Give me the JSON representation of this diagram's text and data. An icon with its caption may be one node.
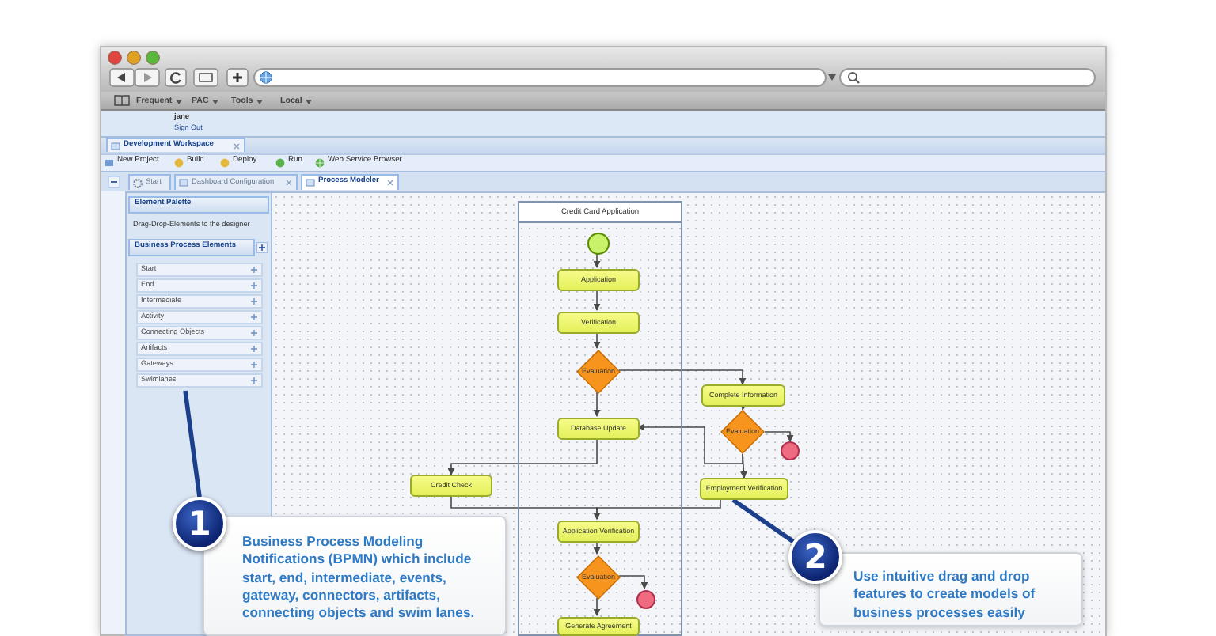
{
  "diagram": {
    "nodes": [
      {
        "text": [
          "Credit Card Application"
        ]
      },
      {
        "text": [],
        "shape": "circle",
        "in": 0
      },
      {
        "text": [
          "Application"
        ],
        "in": 0
      },
      {
        "text": [
          "Verification"
        ],
        "in": 0
      },
      {
        "text": [
          "Evaluation"
        ],
        "in": 0
      },
      {
        "text": [
          "Database Update"
        ],
        "in": 0
      },
      {
        "text": [
          "Complete Information"
        ]
      },
      {
        "text": [
          "Evaluation"
        ]
      },
      {
        "text": [],
        "shape": "circle"
      },
      {
        "text": [
          "Credit Check"
        ]
      },
      {
        "text": [
          "Employment Verification"
        ]
      },
      {
        "text": [
          "Application Verification"
        ],
        "in": 0
      },
      {
        "text": [
          "Evaluation"
        ],
        "in": 0
      },
      {
        "text": [],
        "shape": "circle",
        "in": 0
      },
      {
        "text": [
          "Generate Agreement"
        ],
        "in": 0
      },
      {
        "text": [
          "1"
        ]
      },
      {
        "text": [
          "Business Process Modeling Notifications (BPMN) which include start, end, intermediate, events, gateway, connectors, artifacts, connecting objects and swim lanes."
        ]
      },
      {
        "text": [
          "2"
        ]
      },
      {
        "text": [
          "Use intuitive drag and drop features to create models of business processes easily"
        ]
      }
    ],
    "edges": [
      {
        "from": 1,
        "to": 2,
        "arrow": "to"
      },
      {
        "from": 2,
        "to": 3,
        "arrow": "to"
      },
      {
        "from": 3,
        "to": 4,
        "arrow": "to"
      },
      {
        "from": 4,
        "to": 5,
        "arrow": "to"
      },
      {
        "from": 4,
        "to": 6,
        "arrow": "to"
      },
      {
        "from": 6,
        "to": 7,
        "arrow": "to"
      },
      {
        "from": 7,
        "to": 8,
        "arrow": "to"
      },
      {
        "from": 7,
        "to": 5,
        "arrow": "to"
      },
      {
        "from": 7,
        "to": 10,
        "arrow": "to"
      },
      {
        "from": 5,
        "to": 9,
        "arrow": "to"
      },
      {
        "from": 9,
        "to": 11,
        "arrow": "to"
      },
      {
        "from": 10,
        "to": 11,
        "arrow": "to"
      },
      {
        "from": 11,
        "to": 12,
        "arrow": "to"
      },
      {
        "from": 12,
        "to": 13,
        "arrow": "to"
      },
      {
        "from": 12,
        "to": 14,
        "arrow": "to"
      },
      {
        "from": 15,
        "to": null,
        "arrow": "none",
        "style": "thick",
        "color": "#1c3f8c"
      },
      {
        "from": 17,
        "to": 10,
        "arrow": "none",
        "style": "thick",
        "color": "#1c3f8c"
      }
    ],
    "labels": [
      "Frequent",
      "PAC",
      "Tools",
      "Local",
      "jane",
      "Sign Out",
      "Development Workspace",
      "New Project",
      "Build",
      "Deploy",
      "Run",
      "Web Service Browser",
      "Start",
      "Dashboard Configuration",
      "Process Modeler",
      "Element Palette",
      "Drag-Drop-Elements to the designer",
      "Business Process Elements",
      "Start",
      "End",
      "Intermediate",
      "Activity",
      "Connecting Objects",
      "Artifacts",
      "Gateways",
      "Swimlanes"
    ]
  }
}
